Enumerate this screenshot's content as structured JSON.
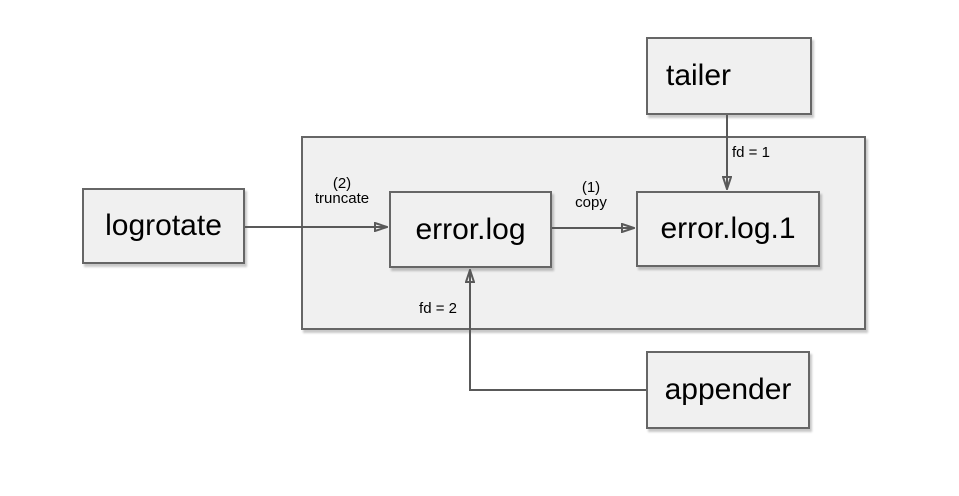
{
  "nodes": {
    "tailer": {
      "label": "tailer"
    },
    "logrotate": {
      "label": "logrotate"
    },
    "error_log": {
      "label": "error.log"
    },
    "error_log_1": {
      "label": "error.log.1"
    },
    "appender": {
      "label": "appender"
    }
  },
  "edges": {
    "truncate": {
      "step": "(2)",
      "action": "truncate"
    },
    "copy": {
      "step": "(1)",
      "action": "copy"
    },
    "tailer_fd": {
      "label": "fd = 1"
    },
    "appender_fd": {
      "label": "fd = 2"
    }
  },
  "colors": {
    "background": "#ffffff",
    "shape_fill": "#f0f0f0",
    "shape_stroke": "#666666",
    "edge_stroke": "#595959",
    "text": "#000000"
  }
}
